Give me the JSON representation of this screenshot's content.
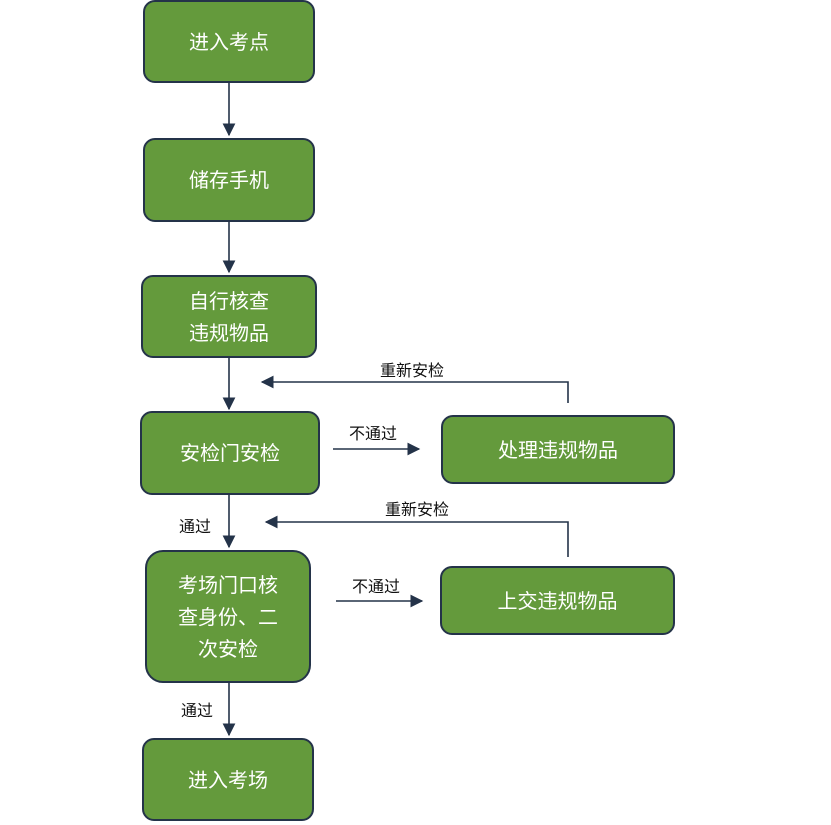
{
  "nodes": {
    "enter_site": "进入考点",
    "store_phone": "储存手机",
    "self_check_line1": "自行核查",
    "self_check_line2": "违规物品",
    "security_gate": "安检门安检",
    "handle_violation": "处理违规物品",
    "hall_check_line1": "考场门口核",
    "hall_check_line2": "查身份、二",
    "hall_check_line3": "次安检",
    "submit_violation": "上交违规物品",
    "enter_hall": "进入考场"
  },
  "edge_labels": {
    "fail_1": "不通过",
    "recheck_1": "重新安检",
    "pass_1": "通过",
    "fail_2": "不通过",
    "recheck_2": "重新安检",
    "pass_2": "通过"
  },
  "colors": {
    "node_fill": "#649a3c",
    "node_border": "#243349",
    "arrow": "#243349"
  }
}
